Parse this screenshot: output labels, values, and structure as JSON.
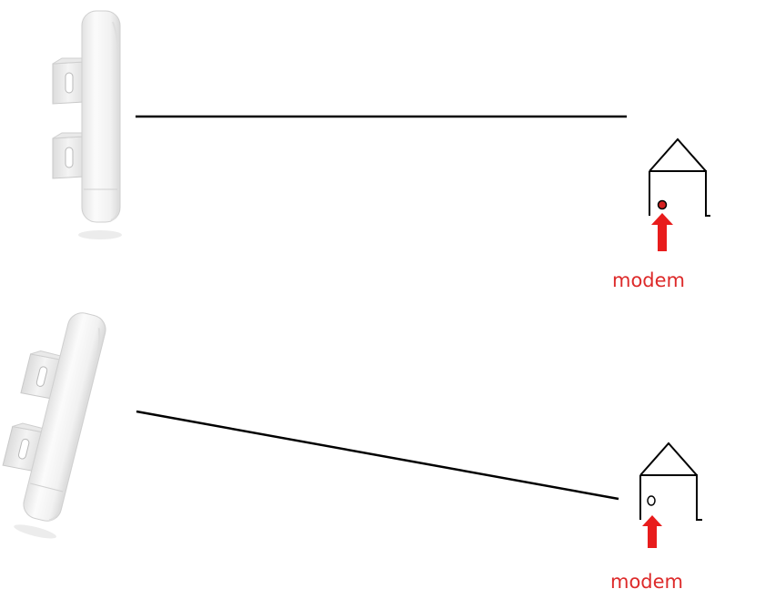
{
  "colors": {
    "background": "#ffffff",
    "line": "#000000",
    "modem_text": "#dd2a2a",
    "arrow": "#e81c1c",
    "modem_led_on": "#d41f1f",
    "device_body": "#f2f2f2",
    "device_shadow": "#d4d4d4"
  },
  "scenarios": [
    {
      "antenna": "outdoor-antenna-icon",
      "link": "straight-link",
      "house": "house-icon",
      "modem_led": "on",
      "label": "modem"
    },
    {
      "antenna": "outdoor-antenna-icon",
      "link": "angled-link",
      "house": "house-icon",
      "modem_led": "off",
      "label": "modem"
    }
  ]
}
